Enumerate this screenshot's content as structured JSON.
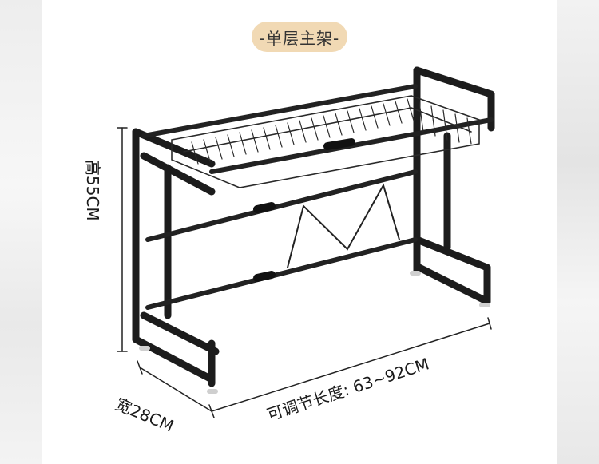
{
  "title": "-单层主架-",
  "dimensions": {
    "height": "高55CM",
    "depth": "宽28CM",
    "width": "可调节长度: 63~92CM"
  },
  "colors": {
    "pill": "#f1d9b4",
    "frame": "#1c1c1c",
    "background": "#ffffff"
  }
}
